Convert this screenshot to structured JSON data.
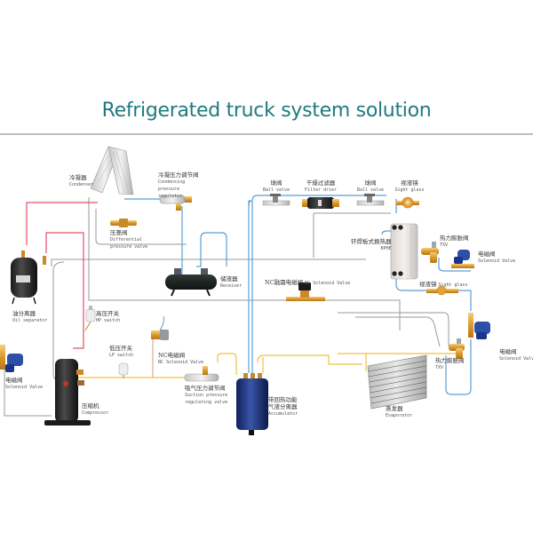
{
  "title": "Refrigerated truck system solution",
  "colors": {
    "title": "#1f7a80",
    "discharge_line": "#e0506a",
    "liquid_line": "#5a9fd6",
    "suction_line": "#f0c040",
    "control_line": "#9a9a9a",
    "rule": "#bdbdbd"
  },
  "components": {
    "condenser": {
      "cn": "冷凝器",
      "en": "Condenser"
    },
    "condensing_pressure_regulator": {
      "cn": "冷凝压力调节阀",
      "en": "Condensing pressure regulator"
    },
    "differential_pressure_valve": {
      "cn": "压差阀",
      "en": "Differential pressure valve"
    },
    "ball_valve_1": {
      "cn": "球阀",
      "en": "Ball valve"
    },
    "filter_drier": {
      "cn": "干燥过滤器",
      "en": "Filter drier"
    },
    "ball_valve_2": {
      "cn": "球阀",
      "en": "Ball valve"
    },
    "sight_glass_1": {
      "cn": "视液镜",
      "en": "Sight glass"
    },
    "bphe": {
      "cn": "钎焊板式换热器",
      "en": "BPHE"
    },
    "txv_1": {
      "cn": "热力膨胀阀",
      "en": "TXV"
    },
    "solenoid_valve_1": {
      "cn": "电磁阀",
      "en": "Solenoid Valve"
    },
    "sight_glass_2": {
      "cn": "视液镜",
      "en": "Sight glass"
    },
    "oil_separator": {
      "cn": "油分离器",
      "en": "Oil separator"
    },
    "receiver": {
      "cn": "储液器",
      "en": "Receiver"
    },
    "nc_solenoid_valve_top": {
      "cn": "NC融霜电磁阀",
      "en": "NC Solenoid Valve"
    },
    "hp_switch": {
      "cn": "高压开关",
      "en": "HP switch"
    },
    "lp_switch": {
      "cn": "低压开关",
      "en": "LP switch"
    },
    "nc_solenoid_valve_bottom": {
      "cn": "NC电磁阀",
      "en": "NC Solenoid Valve"
    },
    "solenoid_valve_left": {
      "cn": "电磁阀",
      "en": "Solenoid Valve"
    },
    "compressor": {
      "cn": "压缩机",
      "en": "Compressor"
    },
    "suction_pressure_regulating_valve": {
      "cn": "吸气压力调节阀",
      "en1": "Suction pressure",
      "en2": "regulating valve"
    },
    "accumulator": {
      "cn1": "带回热功能",
      "cn2": "气液分离器",
      "en": "Accumulator"
    },
    "evaporator": {
      "cn": "蒸发器",
      "en": "Evaporator"
    },
    "txv_2": {
      "cn": "热力膨胀阀",
      "en": "TXV"
    },
    "solenoid_valve_right": {
      "cn": "电磁阀",
      "en": "Solenoid Valve"
    }
  }
}
